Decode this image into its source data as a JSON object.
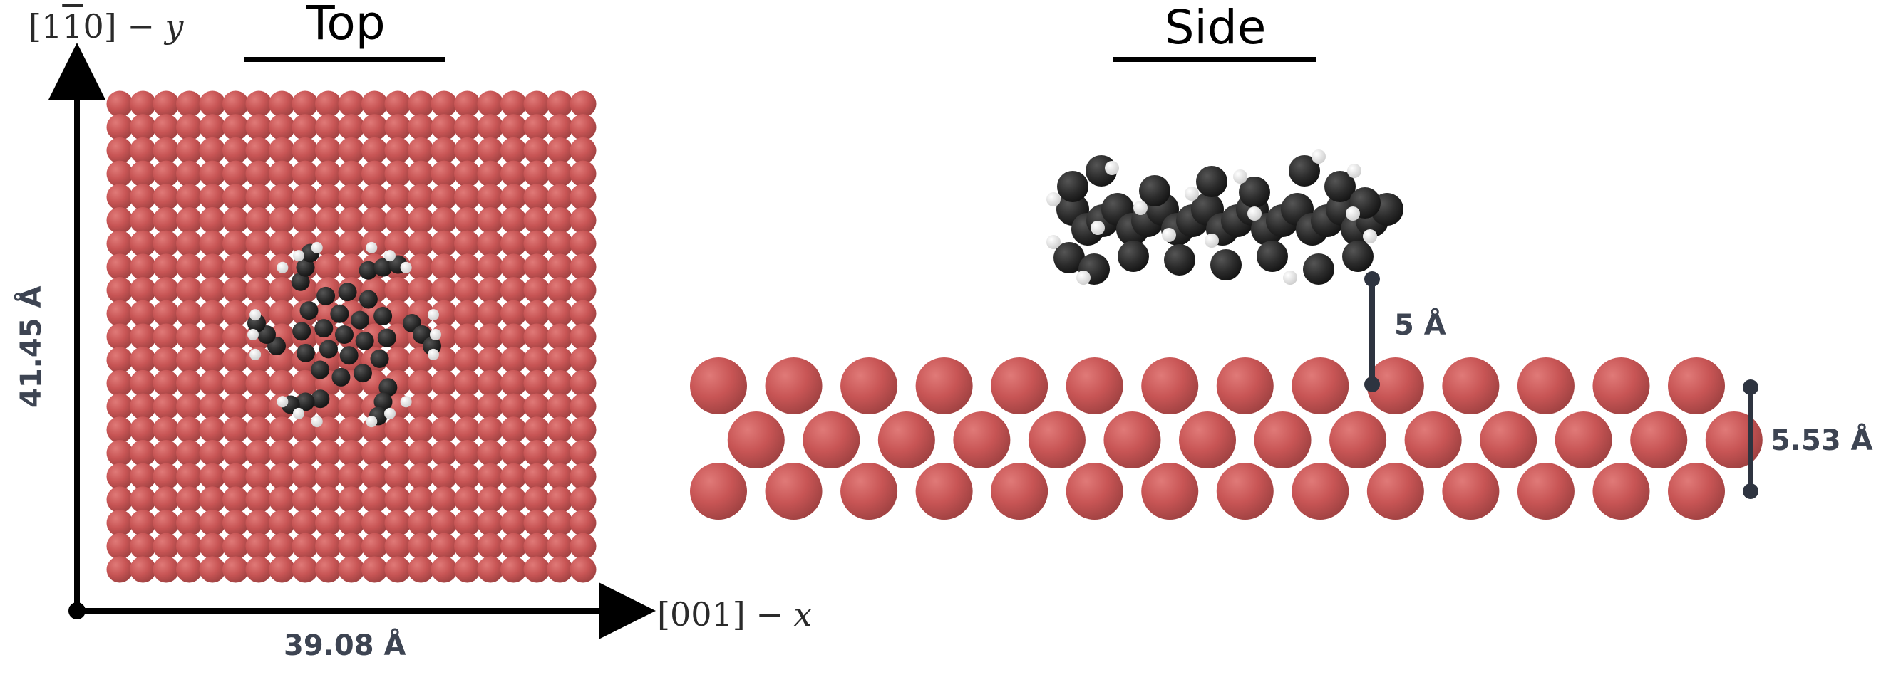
{
  "panels": {
    "top": {
      "title": "Top"
    },
    "side": {
      "title": "Side"
    }
  },
  "axes": {
    "y_label": {
      "bracket_open": "[1",
      "bar_digit": "1",
      "bracket_close": "0]",
      "suffix": " − ",
      "var": "y"
    },
    "x_label": {
      "text": "[001]  −  ",
      "var": "x"
    }
  },
  "dimensions": {
    "width": "39.08 Å",
    "height": "41.45 Å",
    "gap": "5 Å",
    "slab_thickness": "5.53 Å"
  },
  "colors": {
    "surface_atom": "#c85555",
    "surface_shadow": "#9e3c3c",
    "carbon": "#2b2b2b",
    "hydrogen": "#f2f2f2",
    "dimension_marker": "#2e3440",
    "axis": "#000000"
  },
  "surface": {
    "top_rows": 21,
    "top_cols": 21,
    "side_layers": 3,
    "side_atoms_per_row": 14
  }
}
